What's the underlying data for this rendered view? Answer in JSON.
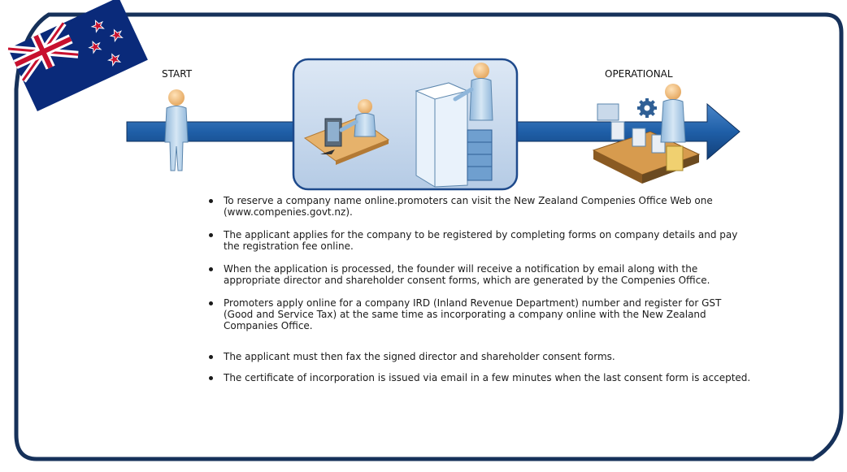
{
  "diagram": {
    "start_label": "START",
    "operational_label": "OPERATIONAL",
    "flag_icon": "new-zealand-flag-icon",
    "figures": [
      "person-icon",
      "person-at-desk-icon",
      "person-at-counter-icon",
      "factory-conveyor-icon"
    ],
    "colors": {
      "frame": "#16315a",
      "arrow": "#1f5fa8",
      "panel": "#c9daee",
      "panel_border": "#1e4a8c",
      "figure": "#b8d3ea"
    }
  },
  "steps": [
    "To reserve a company name online.promoters can visit the New Zealand Compenies Office Web one (www.compenies.govt.nz).",
    "The applicant applies for the company to be registered by completing forms on company details and pay the registration fee online.",
    "When the application is processed, the founder will receive a notification by email along with the appropriate director and shareholder consent forms, which are generated by the Compenies Office.",
    "Promoters apply online for a company IRD (Inland Revenue Department) number and register for GST (Good and Service Tax) at the same time as incorporating a company online with the New Zealand Companies Office.",
    "The applicant must then fax the signed director and shareholder consent forms.",
    "The certificate of incorporation is issued via email in a few minutes when the last consent form is accepted."
  ]
}
